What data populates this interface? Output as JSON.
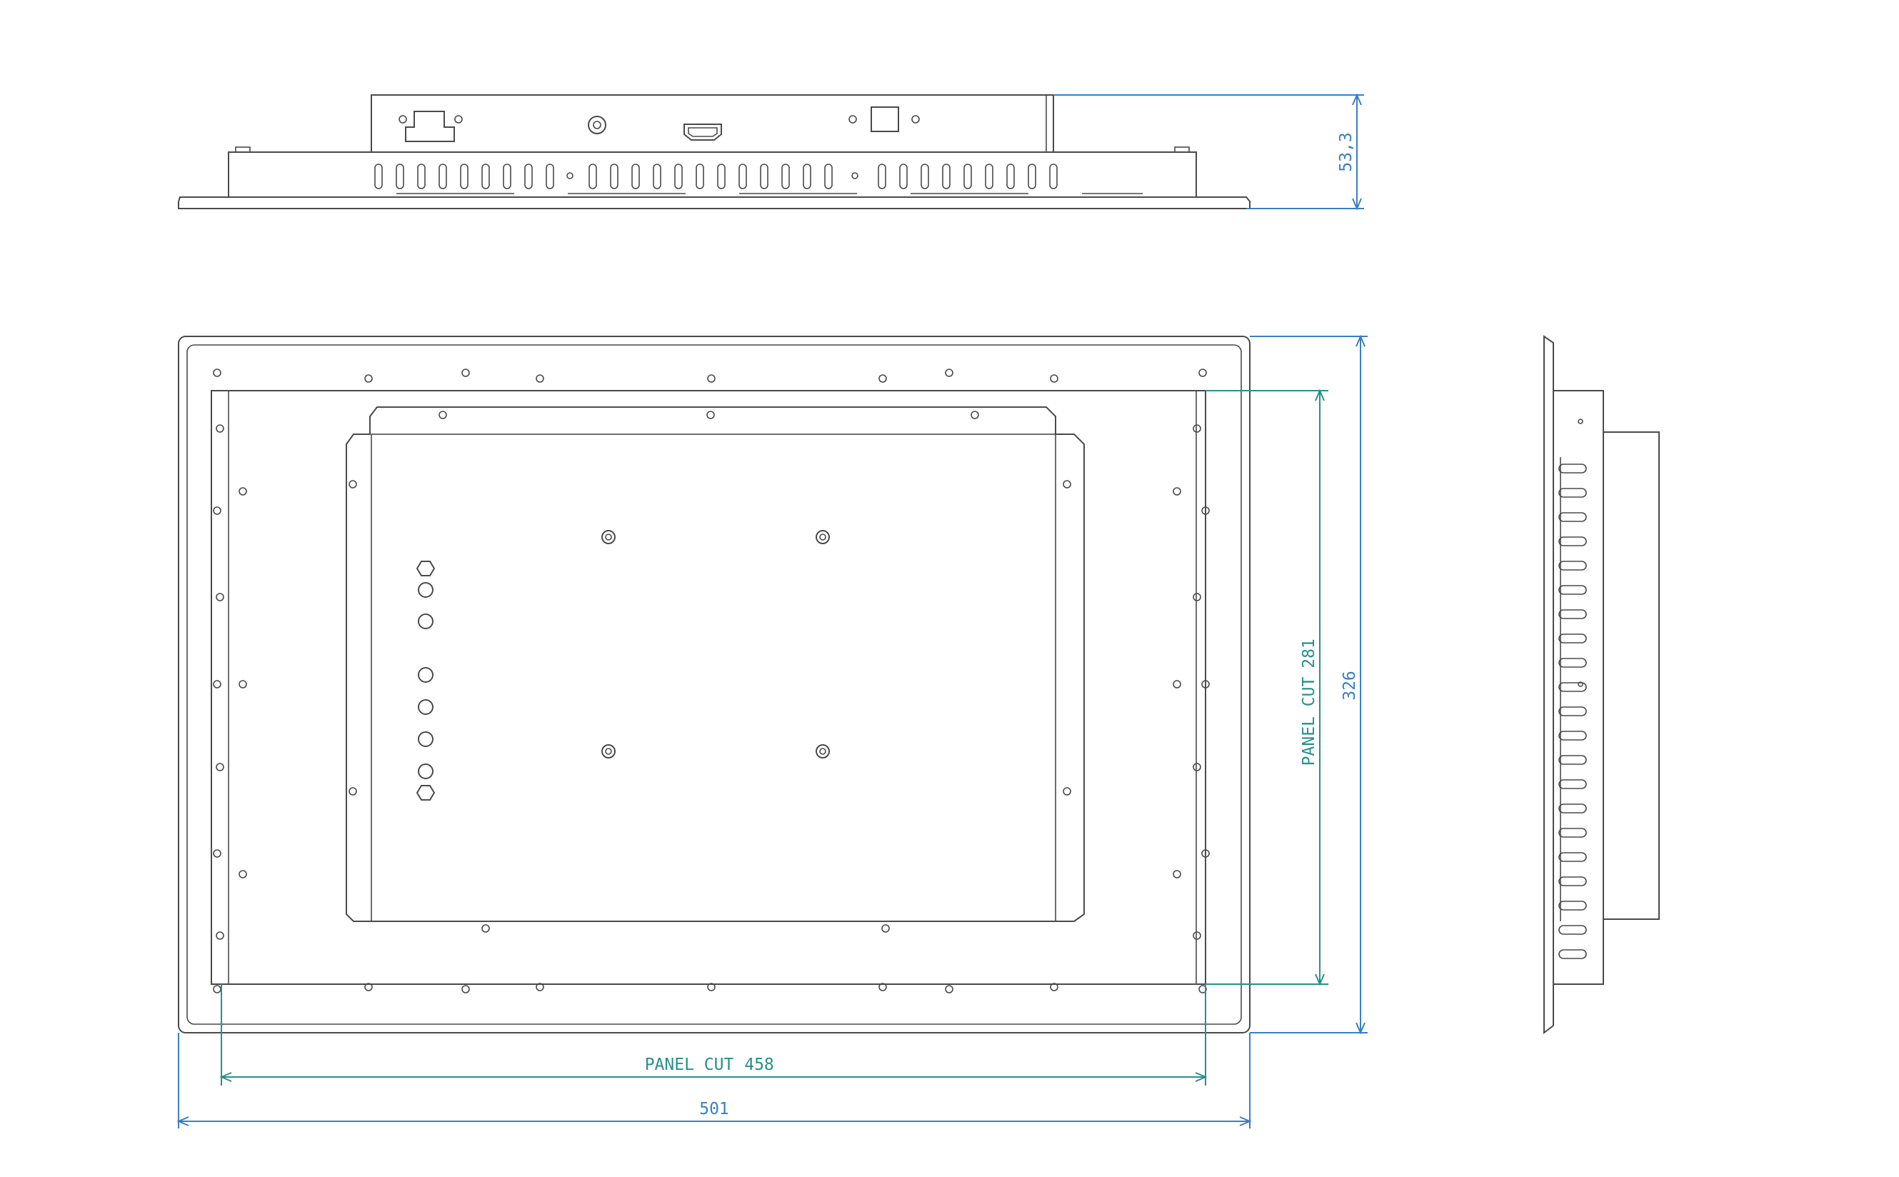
{
  "colors": {
    "line": "#4a4a4a",
    "dimension_blue": "#3a7fc0",
    "dimension_teal": "#2a8f88",
    "background": "#ffffff"
  },
  "dimensions": {
    "depth": "53,3",
    "height": "326",
    "width": "501",
    "panel_cut_width_label": "PANEL CUT",
    "panel_cut_width_value": "458",
    "panel_cut_height_label": "PANEL CUT",
    "panel_cut_height_value": "281"
  },
  "icons": {
    "top_view": [
      "ethernet-port-icon",
      "power-jack-icon",
      "hdmi-port-icon",
      "usb-port-icon"
    ],
    "rear_view": [
      "vesa-mount-hole-icon",
      "button-hole-icon"
    ]
  }
}
